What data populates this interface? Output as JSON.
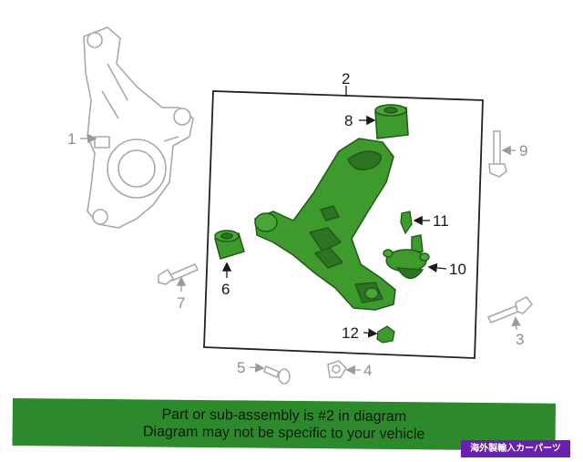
{
  "diagram": {
    "callouts": {
      "n1": "1",
      "n2": "2",
      "n3": "3",
      "n4": "4",
      "n5": "5",
      "n6": "6",
      "n7": "7",
      "n8": "8",
      "n9": "9",
      "n10": "10",
      "n11": "11",
      "n12": "12"
    },
    "colors": {
      "part_green": "#3f9a2e",
      "part_dark": "#1f5a17",
      "outline_grey": "#a8a8a8",
      "frame": "#222222"
    }
  },
  "banner": {
    "line1": "Part or sub-assembly is #2 in diagram",
    "line2": "Diagram may not be specific to your vehicle",
    "color": "#2c8a2c"
  },
  "watermark": {
    "text": "海外製輸入カーパーツ",
    "color": "#6b1fb0"
  }
}
